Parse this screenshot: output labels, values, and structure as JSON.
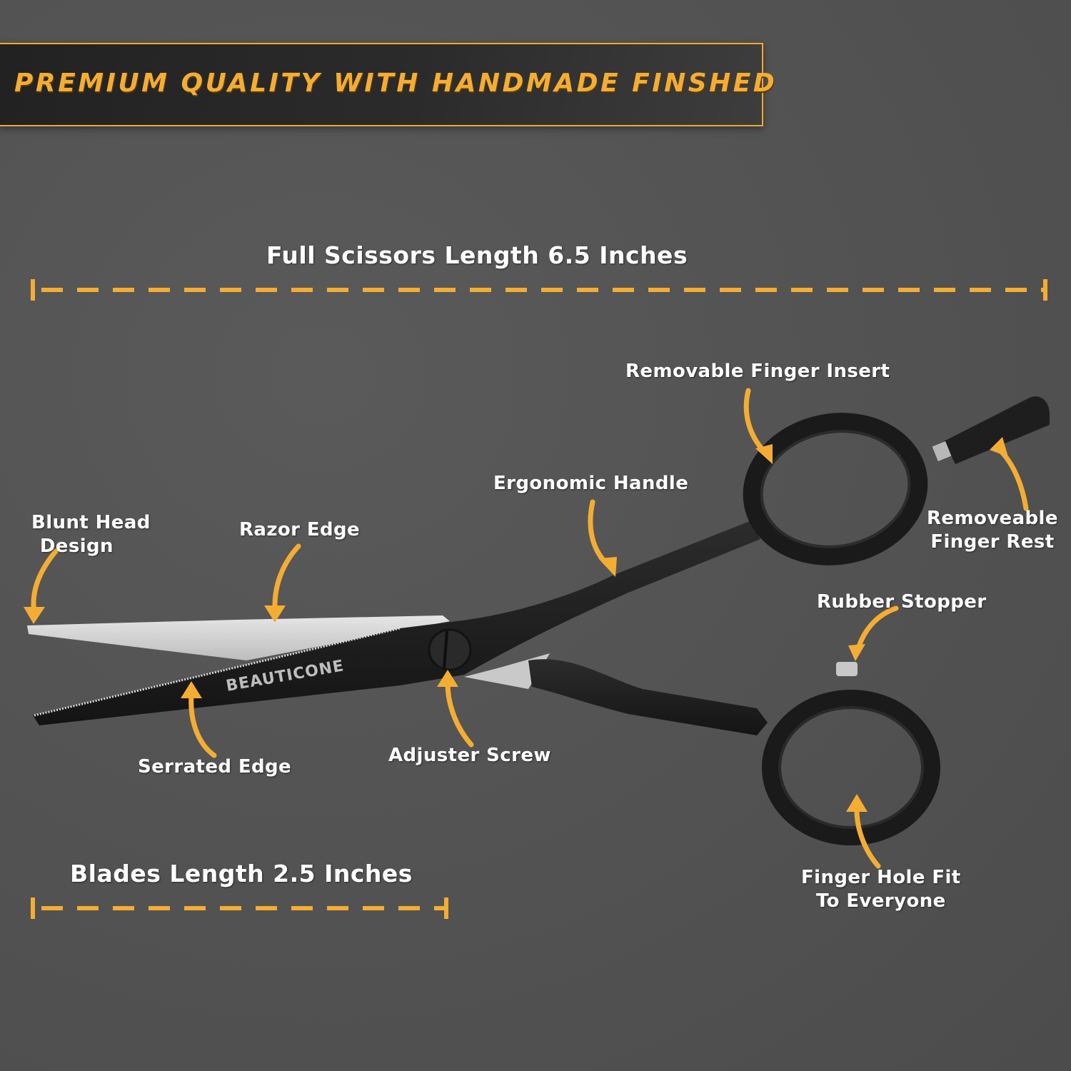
{
  "banner": {
    "title": "PREMIUM QUALITY WITH HANDMADE FINSHED"
  },
  "measurements": {
    "full_length_label": "Full Scissors Length 6.5 Inches",
    "blades_length_label": "Blades Length 2.5 Inches"
  },
  "product": {
    "brand_engraving": "BEAUTICONE"
  },
  "callouts": {
    "blunt_head": {
      "line1": "Blunt Head",
      "line2": "Design"
    },
    "razor_edge": "Razor Edge",
    "serrated_edge": "Serrated Edge",
    "adjuster_screw": "Adjuster Screw",
    "ergonomic_handle": "Ergonomic Handle",
    "finger_insert": "Removable Finger Insert",
    "finger_rest": {
      "line1": "Removeable",
      "line2": "Finger Rest"
    },
    "rubber_stopper": "Rubber Stopper",
    "finger_hole": {
      "line1": "Finger Hole Fit",
      "line2": "To Everyone"
    }
  },
  "colors": {
    "background": "#525252",
    "accent": "#f4ad33",
    "banner_bg": "#262626",
    "text": "#ffffff",
    "scissors_black": "#1c1c1c",
    "blade_silver": "#d4d4d4"
  }
}
